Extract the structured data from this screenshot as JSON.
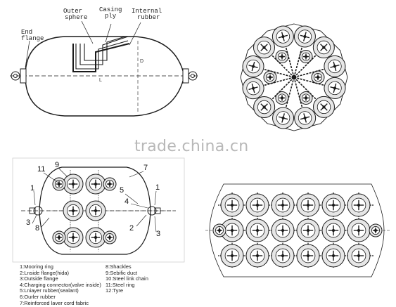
{
  "top_left": {
    "label_outer_sphere": [
      "Outer",
      "sphere"
    ],
    "label_casing_ply": [
      "Casing",
      "ply"
    ],
    "label_internal_rubber": [
      "Internal",
      "rubber"
    ],
    "label_end_flange": [
      "End",
      "flange"
    ],
    "dim_l": "L",
    "dim_d": "D"
  },
  "bottom_left": {
    "callouts": [
      "11",
      "9",
      "7",
      "1",
      "5",
      "4",
      "1",
      "3",
      "8",
      "2",
      "3"
    ],
    "legend_left": [
      "1:Mooring ring",
      "2:Lnside flange(hida)",
      "3:Outside flange",
      "4:Charging connector(valve inside)",
      "5:Lniayer rubber(sealant)",
      "6:Ourler rubber",
      "7:Reinforced laver cord fabric"
    ],
    "legend_right": [
      "8:Shackles",
      "9:Sebific duct",
      "10:Steel link chain",
      "11:Steel ring",
      "12:Tyre"
    ]
  },
  "watermark": "trade.china.cn",
  "colors": {
    "line": "#1a1a1a",
    "tyre_fill": "#e6e6e6",
    "watermark": "#b8b8b8"
  }
}
